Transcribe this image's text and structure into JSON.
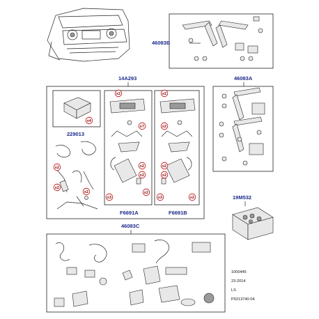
{
  "callouts": {
    "top_bracket": "46083B",
    "kit": "14A293",
    "bracket_set": "46083A",
    "sub_kit": "229013",
    "left_lamp": "F6691A",
    "right_lamp": "F6691B",
    "lower_kit": "46083C",
    "box_kit": "19M532"
  },
  "quantities": {
    "x2": "x2",
    "x4": "x4",
    "x7": "x7",
    "x3": "x3"
  },
  "footer": {
    "line1": "1000445",
    "line2": "23-2014",
    "line3": "LS",
    "line4": "P0213740-04"
  },
  "colors": {
    "callout_text": "#1a2a8a",
    "badge_ring": "#c00000",
    "line_art": "#222222"
  }
}
